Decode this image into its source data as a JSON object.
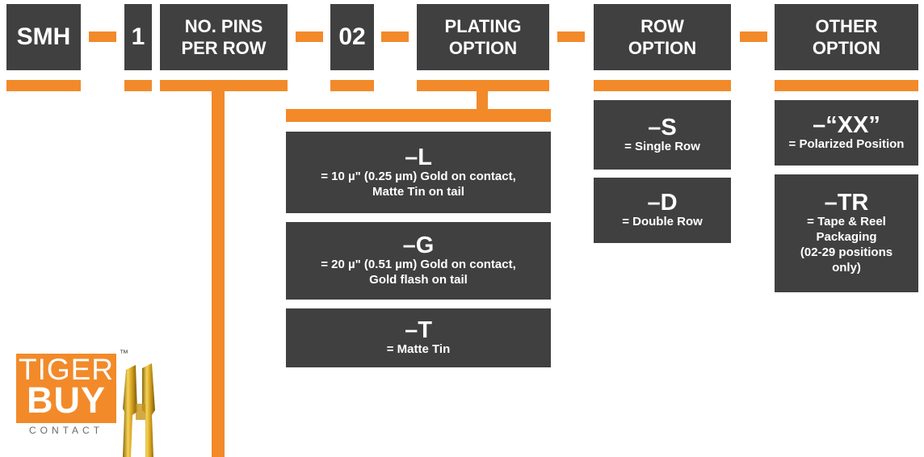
{
  "part_number": {
    "prefix": "SMH",
    "rows_digit": "1",
    "pins_header": [
      "NO. PINS",
      "PER ROW"
    ],
    "lead_style": "02",
    "plating_header": [
      "PLATING",
      "OPTION"
    ],
    "row_header": [
      "ROW",
      "OPTION"
    ],
    "other_header": [
      "OTHER",
      "OPTION"
    ]
  },
  "plating_options": [
    {
      "code": "–L",
      "desc": [
        "= 10 µ\" (0.25 µm) Gold on contact,",
        "Matte Tin on tail"
      ]
    },
    {
      "code": "–G",
      "desc": [
        "= 20 µ\" (0.51 µm) Gold on contact,",
        "Gold flash on tail"
      ]
    },
    {
      "code": "–T",
      "desc": [
        "= Matte Tin"
      ]
    }
  ],
  "row_options": [
    {
      "code": "–S",
      "desc": [
        "= Single Row"
      ]
    },
    {
      "code": "–D",
      "desc": [
        "= Double Row"
      ]
    }
  ],
  "other_options": [
    {
      "code": "–“XX”",
      "desc": [
        "= Polarized Position"
      ]
    },
    {
      "code": "–TR",
      "desc": [
        "= Tape & Reel",
        "Packaging",
        "(02-29 positions",
        "only)"
      ]
    }
  ],
  "logo": {
    "line1": "TIGER",
    "line2": "BUY",
    "line3": "CONTACT",
    "tm": "™"
  },
  "colors": {
    "accent": "#f28a2a",
    "box": "#404040",
    "text": "#ffffff"
  }
}
